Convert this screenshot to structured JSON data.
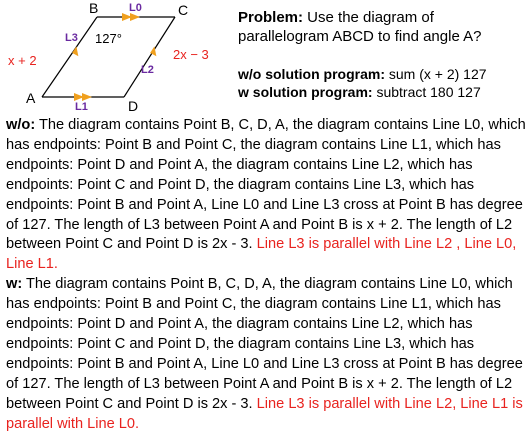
{
  "diagram": {
    "points": {
      "A": "A",
      "B": "B",
      "C": "C",
      "D": "D"
    },
    "lines": {
      "L0": "L0",
      "L1": "L1",
      "L2": "L2",
      "L3": "L3"
    },
    "angle_label": "127°",
    "left_length_label": "x + 2",
    "right_length_label": "2x − 3",
    "colors": {
      "shape_stroke": "#000000",
      "arrow": "#f0a01e",
      "line_label": "#6a2aa0",
      "angle_label": "#000000",
      "length_label": "#e8231f"
    }
  },
  "problem": {
    "label": "Problem:",
    "text": " Use the diagram of parallelogram ABCD to find angle A?"
  },
  "solutions": {
    "wo_label": "w/o solution program:",
    "wo_text": " sum (x + 2) 127",
    "w_label": "w solution program:",
    "w_text": " subtract 180 127"
  },
  "explanations": {
    "wo_label": "w/o:",
    "wo_text": " The diagram contains Point B, C, D, A, the diagram contains Line L0, which has endpoints: Point B and Point C, the diagram contains Line L1, which has endpoints: Point D and Point A, the diagram contains Line L2, which has endpoints: Point C and Point D, the diagram contains Line L3, which has endpoints: Point B and Point A, Line L0 and Line L3 cross at Point B has degree of 127. The length of L3 between Point A and Point B is x + 2. The length of L2 between Point C and Point D is 2x - 3. ",
    "wo_highlight": "Line L3 is parallel with Line L2 , Line L0, Line L1.",
    "w_label": "w:",
    "w_text": " The diagram contains Point B, C, D, A, the diagram contains Line L0, which has endpoints: Point B and Point C, the diagram contains Line L1, which has endpoints: Point D and Point A, the diagram contains Line L2, which has endpoints: Point C and Point D, the diagram contains Line L3, which has endpoints: Point B and Point A, Line L0 and Line L3 cross at Point B has degree of 127. The length of L3 between Point A and Point B is x + 2. The length of L2 between Point C and Point D is 2x - 3. ",
    "w_highlight": "Line L3 is parallel with Line L2, Line L1 is parallel with Line L0."
  }
}
